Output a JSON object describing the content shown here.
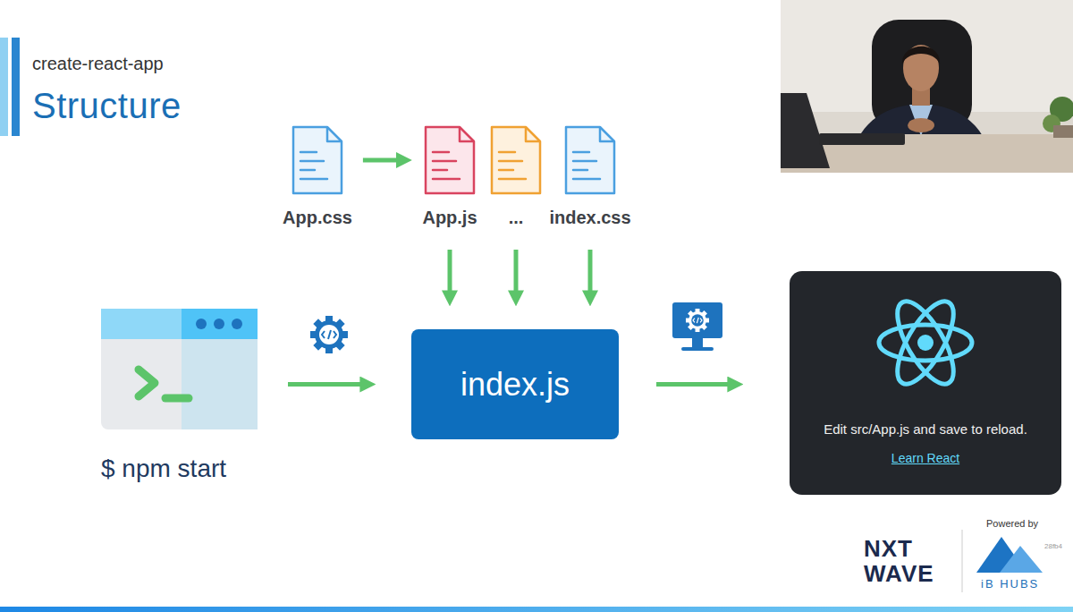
{
  "diagram": {
    "title": "Structure",
    "nodes": [
      {
        "text": [
          "App.css"
        ]
      },
      {
        "text": [
          "App.js"
        ]
      },
      {
        "text": [
          "..."
        ]
      },
      {
        "text": [
          "index.css"
        ]
      },
      {
        "text": [
          "$ npm start"
        ]
      },
      {
        "text": [
          "index.js"
        ]
      },
      {
        "text": [
          "Edit src/App.js and save to reload.",
          "Learn React"
        ]
      }
    ],
    "edges": [
      {
        "from": 0,
        "to": 1,
        "arrow": "to"
      },
      {
        "from": 1,
        "to": 5,
        "arrow": "to"
      },
      {
        "from": 2,
        "to": 5,
        "arrow": "to"
      },
      {
        "from": 3,
        "to": 5,
        "arrow": "to"
      },
      {
        "from": 4,
        "to": 5,
        "arrow": "to"
      },
      {
        "from": 5,
        "to": 6,
        "arrow": "to"
      }
    ],
    "labels": [
      "create-react-app",
      "NXT",
      "WAVE",
      "Powered by",
      "iB HUBS",
      "28fb4"
    ]
  }
}
